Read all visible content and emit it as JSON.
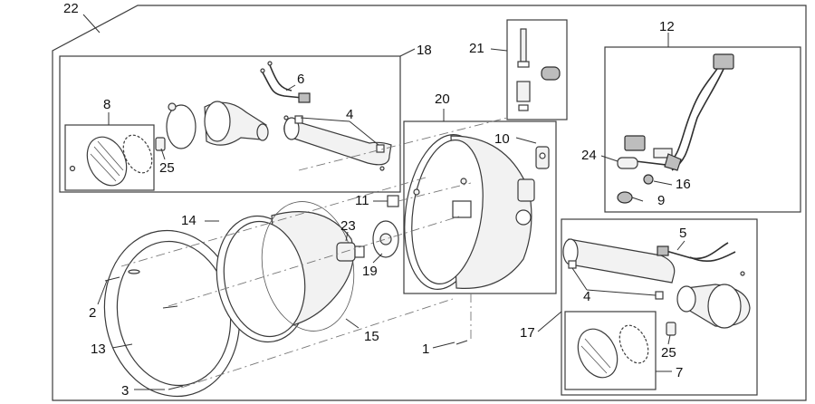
{
  "diagram": {
    "callouts": {
      "c1": "1",
      "c2": "2",
      "c3": "3",
      "c4a": "4",
      "c4b": "4",
      "c5": "5",
      "c6": "6",
      "c7": "7",
      "c8": "8",
      "c9": "9",
      "c10": "10",
      "c11": "11",
      "c12": "12",
      "c13": "13",
      "c14": "14",
      "c15": "15",
      "c16": "16",
      "c17": "17",
      "c18": "18",
      "c19": "19",
      "c20": "20",
      "c21": "21",
      "c22": "22",
      "c23": "23",
      "c24": "24",
      "c25a": "25",
      "c25b": "25"
    }
  }
}
